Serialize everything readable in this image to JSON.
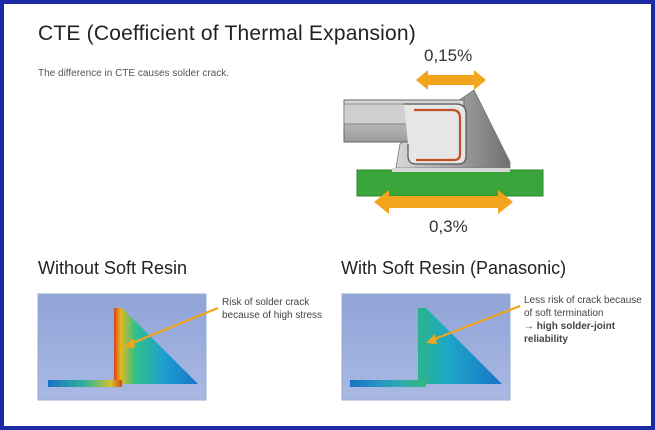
{
  "title": "CTE (Coefficient of Thermal Expansion)",
  "subtitle": "The difference in CTE causes solder crack.",
  "top_arrow_label": "0,15%",
  "bottom_arrow_label": "0,3%",
  "left_panel": {
    "heading": "Without Soft Resin",
    "note_line1": "Risk of solder crack",
    "note_line2": "because of high stress"
  },
  "right_panel": {
    "heading": "With Soft Resin (Panasonic)",
    "note_line1": "Less risk of crack because",
    "note_line2": "of soft termination",
    "note_line3": "→ high solder-joint",
    "note_line4": "reliability"
  },
  "colors": {
    "accent_orange": "#f2a41c",
    "board_green": "#3aa53a",
    "frame_blue": "#1c2aa8",
    "lead_copper": "#c0502a"
  }
}
